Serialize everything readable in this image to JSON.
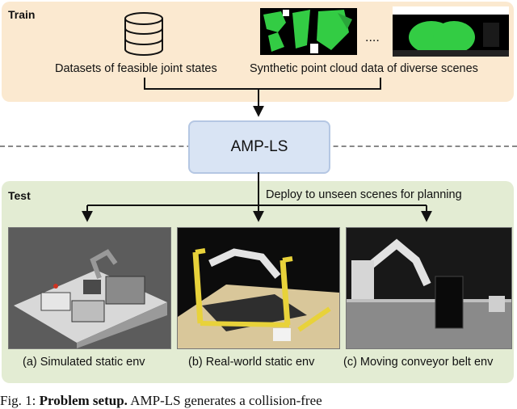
{
  "train": {
    "label": "Train",
    "dataset_label": "Datasets of feasible joint states",
    "pointcloud_label": "Synthetic point cloud data of diverse scenes",
    "ellipsis": "...."
  },
  "model": {
    "label": "AMP-LS"
  },
  "test": {
    "label": "Test",
    "deploy_label": "Deploy to unseen scenes for planning",
    "envs": [
      {
        "caption": "(a) Simulated static env"
      },
      {
        "caption": "(b) Real-world static env"
      },
      {
        "caption": "(c) Moving conveyor belt env"
      }
    ]
  },
  "figure_caption": {
    "prefix": "Fig. 1:",
    "bold": "Problem setup.",
    "text": "AMP-LS generates a collision-free"
  },
  "colors": {
    "train_bg": "#fbe9d0",
    "test_bg": "#e3ecd3",
    "model_bg": "#d9e4f4",
    "pointcloud_green": "#33cc44"
  }
}
